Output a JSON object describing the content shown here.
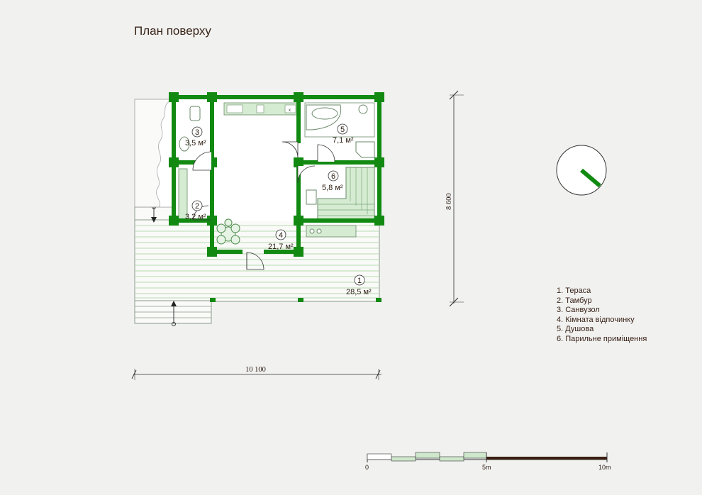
{
  "title": "План поверху",
  "rooms": [
    {
      "num": "1",
      "area": "28,5 м²"
    },
    {
      "num": "2",
      "area": "3,2 м²"
    },
    {
      "num": "3",
      "area": "3,5 м²"
    },
    {
      "num": "4",
      "area": "21,7 м²"
    },
    {
      "num": "5",
      "area": "7,1 м²"
    },
    {
      "num": "6",
      "area": "5,8 м²"
    }
  ],
  "dimensions": {
    "width": "10 100",
    "height": "8 600"
  },
  "legend": [
    "1. Тераса",
    "2. Тамбур",
    "3. Санвузол",
    "4. Кімната відпочинку",
    "5. Душова",
    "6. Парильне приміщення"
  ],
  "scale": {
    "labels": [
      "0",
      "5m",
      "10m"
    ]
  },
  "compass": {
    "icon": "compass-icon"
  },
  "colors": {
    "wall": "#128a12",
    "lightgreen": "#cfe8cc",
    "line": "#6a8a6a",
    "background": "#f1f1f0"
  }
}
